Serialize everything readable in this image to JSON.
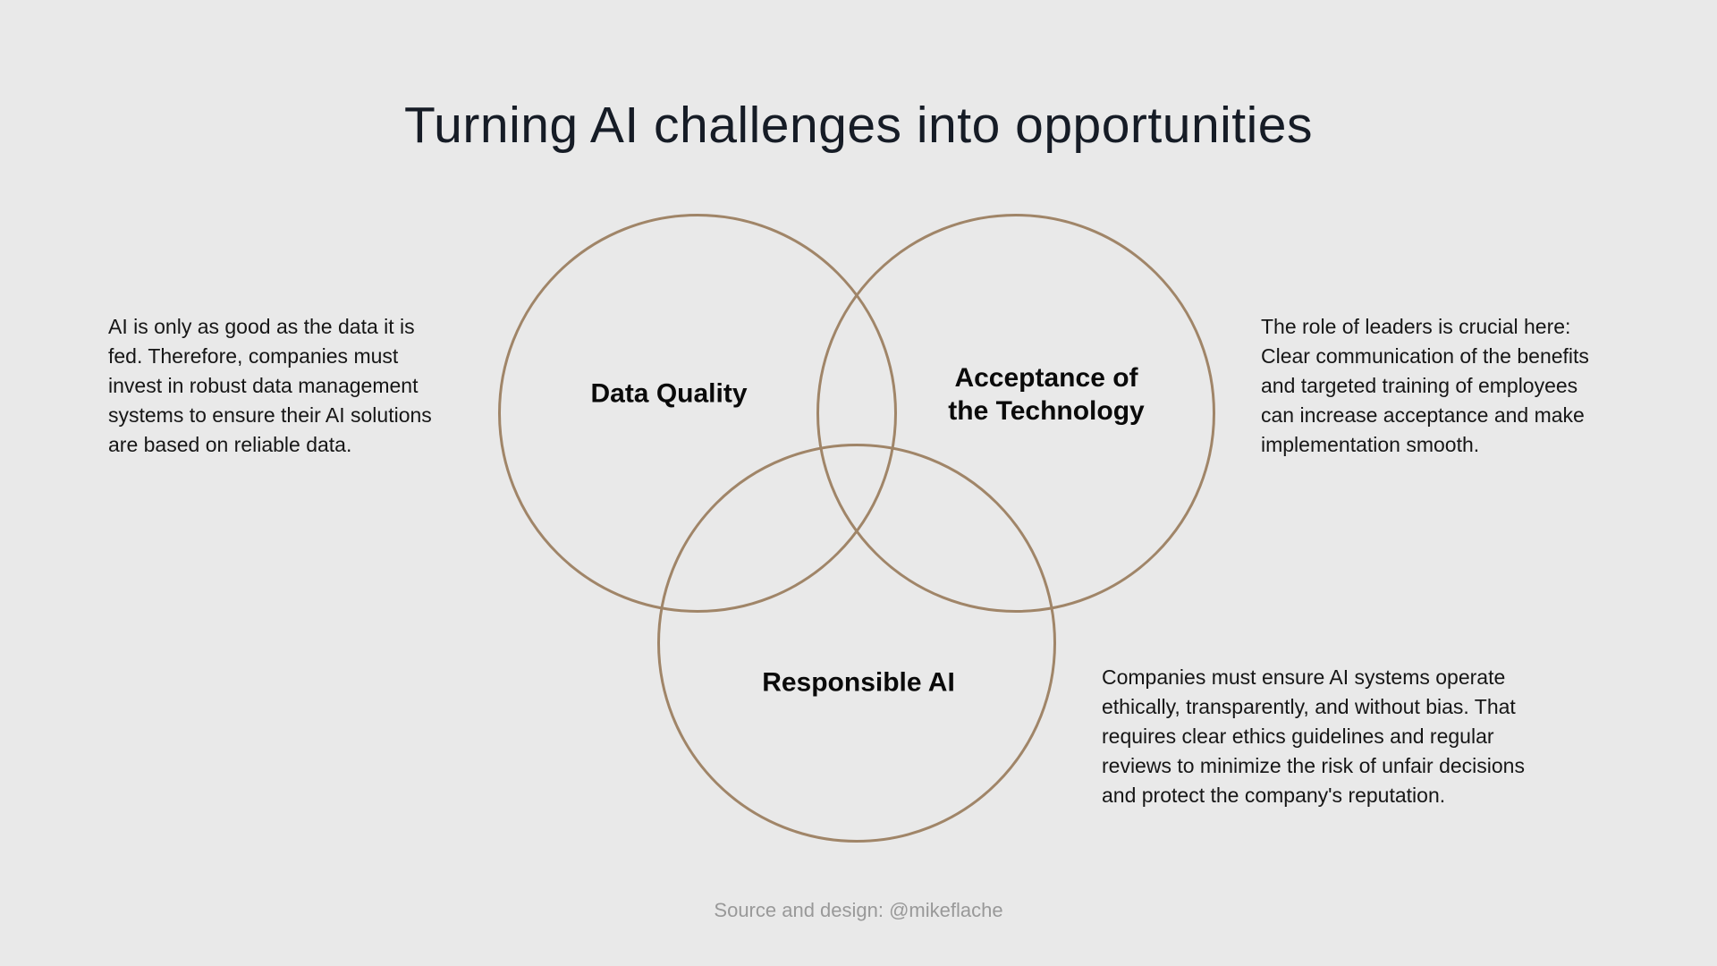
{
  "page": {
    "title": "Turning AI challenges into opportunities",
    "footer": "Source and design: @mikeflache"
  },
  "colors": {
    "background": "#e9e9e9",
    "circle_stroke": "#a08568",
    "title_text": "#161c26",
    "body_text": "#161616",
    "label_text": "#0a0a0a",
    "footer_text": "#999999"
  },
  "venn": {
    "circles": [
      {
        "id": "data-quality",
        "label": "Data Quality"
      },
      {
        "id": "acceptance-of-the-technology",
        "label": [
          "Acceptance of",
          "the Technology"
        ]
      },
      {
        "id": "responsible-ai",
        "label": "Responsible AI"
      }
    ],
    "annotations": {
      "data_quality": [
        "AI is only as good as the data it is",
        "fed. Therefore, companies must",
        "invest in robust data management",
        "systems to ensure their AI solutions",
        "are based on reliable data."
      ],
      "acceptance": [
        "The role of leaders is crucial here:",
        "Clear communication of the benefits",
        "and targeted training of employees",
        "can increase acceptance and make",
        "implementation smooth."
      ],
      "responsible_ai": [
        "Companies must ensure AI systems operate",
        "ethically, transparently, and without bias. That",
        "requires clear ethics guidelines and regular",
        "reviews to minimize the risk of unfair decisions",
        "and protect the company's reputation."
      ]
    }
  }
}
